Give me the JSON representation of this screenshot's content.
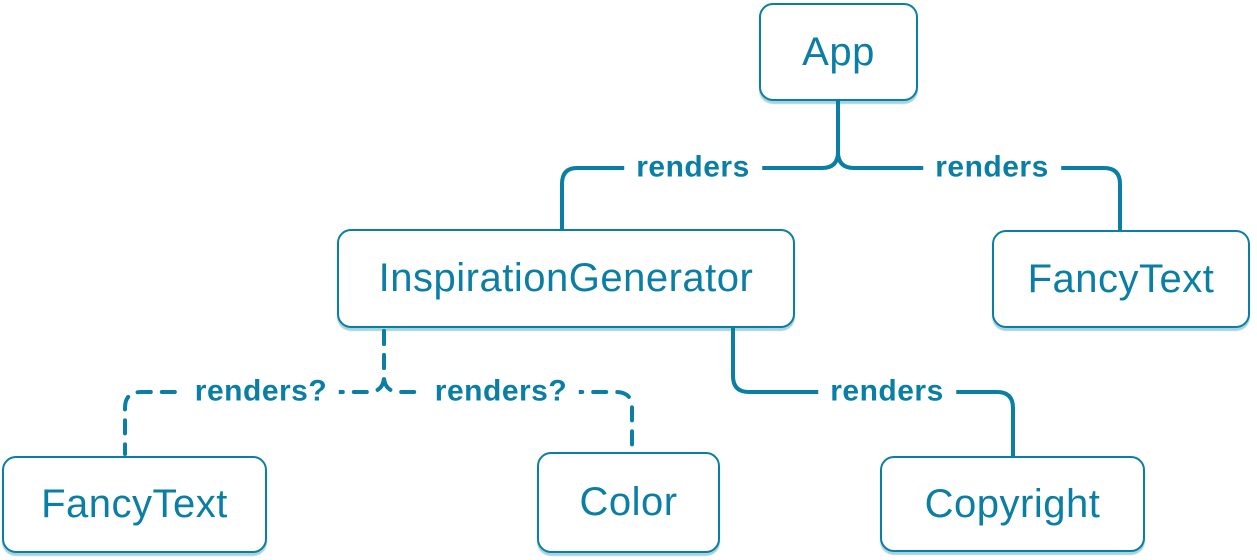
{
  "diagram": {
    "colors": {
      "accent": "#0a7ea4",
      "node_background": "#ffffff"
    },
    "nodes": [
      {
        "id": "app",
        "label": "App"
      },
      {
        "id": "inspiration-generator",
        "label": "InspirationGenerator"
      },
      {
        "id": "fancy-text-top",
        "label": "FancyText"
      },
      {
        "id": "fancy-text-bottom",
        "label": "FancyText"
      },
      {
        "id": "color",
        "label": "Color"
      },
      {
        "id": "copyright",
        "label": "Copyright"
      }
    ],
    "edges": [
      {
        "from": "App",
        "to": "InspirationGenerator",
        "label": "renders",
        "style": "solid"
      },
      {
        "from": "App",
        "to": "FancyText",
        "label": "renders",
        "style": "solid"
      },
      {
        "from": "InspirationGenerator",
        "to": "FancyText",
        "label": "renders?",
        "style": "dashed"
      },
      {
        "from": "InspirationGenerator",
        "to": "Color",
        "label": "renders?",
        "style": "dashed"
      },
      {
        "from": "InspirationGenerator",
        "to": "Copyright",
        "label": "renders",
        "style": "solid"
      }
    ]
  }
}
